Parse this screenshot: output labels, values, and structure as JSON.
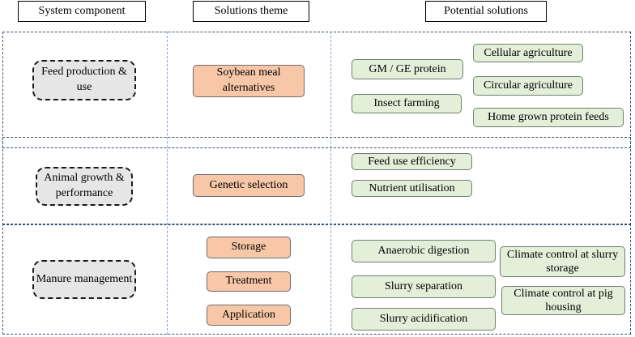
{
  "headers": {
    "system_component": "System component",
    "solutions_theme": "Solutions theme",
    "potential_solutions": "Potential solutions"
  },
  "rows": [
    {
      "component": "Feed production & use",
      "themes": [
        "Soybean meal alternatives"
      ],
      "solutions": [
        "GM / GE protein",
        "Insect farming",
        "Cellular agriculture",
        "Circular agriculture",
        "Home grown protein feeds"
      ]
    },
    {
      "component": "Animal growth & performance",
      "themes": [
        "Genetic selection"
      ],
      "solutions": [
        "Feed use efficiency",
        "Nutrient utilisation"
      ]
    },
    {
      "component": "Manure management",
      "themes": [
        "Storage",
        "Treatment",
        "Application"
      ],
      "solutions": [
        "Anaerobic digestion",
        "Slurry separation",
        "Slurry acidification",
        "Climate control at slurry storage",
        "Climate control at pig housing"
      ]
    }
  ],
  "colors": {
    "component_fill": "#e6e6e6",
    "theme_fill": "#f7c7a8",
    "solution_fill": "#e3efd9",
    "row_border": "#3b4f75",
    "divider": "#7fa2d8"
  }
}
